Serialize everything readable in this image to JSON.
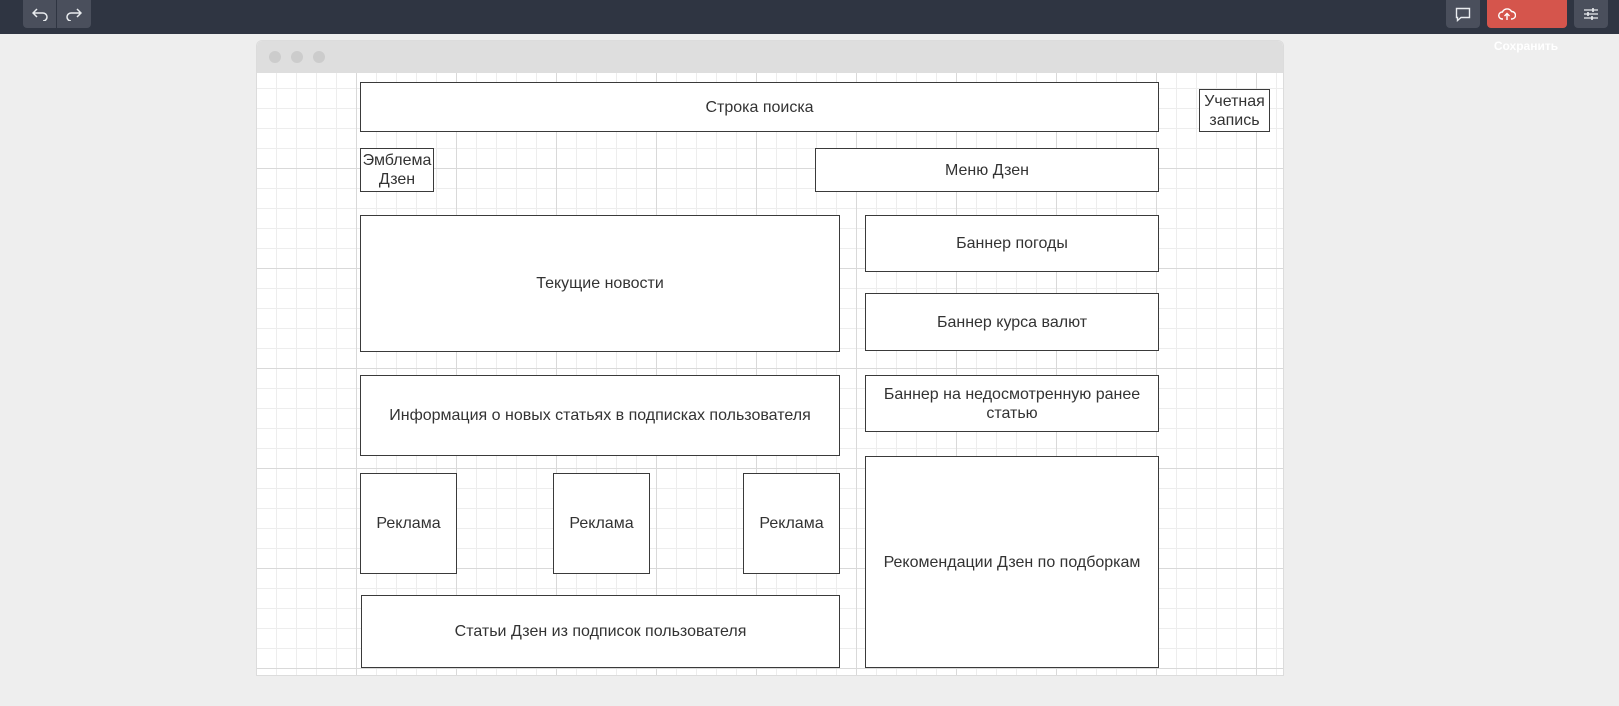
{
  "toolbar": {
    "undo_icon": "undo-arrow-icon",
    "redo_icon": "redo-arrow-icon",
    "comment_icon": "comment-icon",
    "save_icon": "cloud-upload-icon",
    "settings_icon": "sliders-icon",
    "save_label": "Сохранить",
    "save_color": "#d5554c"
  },
  "wireframe": {
    "search_bar": "Строка поиска",
    "account": "Учетная запись",
    "logo": "Эмблема Дзен",
    "menu": "Меню Дзен",
    "current_news": "Текущие новости",
    "weather_banner": "Баннер погоды",
    "currency_banner": "Баннер курса валют",
    "unseen_article_banner": "Баннер на недосмотренную ранее статью",
    "subscriptions_info": "Информация о новых статьях в подписках пользователя",
    "ads": [
      "Реклама",
      "Реклама",
      "Реклама"
    ],
    "recommendations": "Рекомендации Дзен по подборкам",
    "subscription_articles": "Статьи Дзен из подписок пользователя"
  }
}
